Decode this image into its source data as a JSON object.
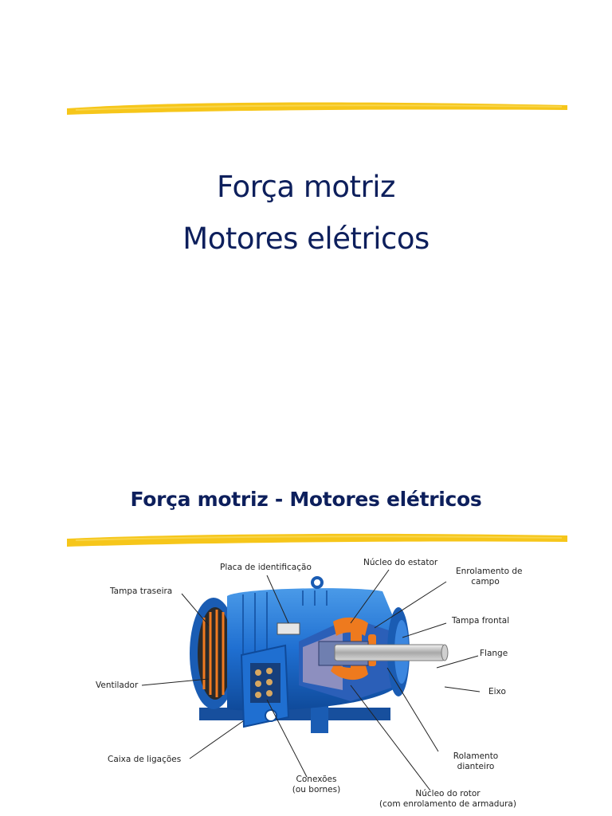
{
  "slide1": {
    "title_line1": "Força motriz",
    "title_line2": "Motores elétricos"
  },
  "slide2": {
    "title": "Força motriz - Motores elétricos",
    "labels": {
      "placa": "Placa de identificação",
      "nucleo_estator": "Núcleo do estator",
      "enrolamento_campo_1": "Enrolamento de",
      "enrolamento_campo_2": "campo",
      "tampa_traseira": "Tampa traseira",
      "tampa_frontal": "Tampa frontal",
      "flange": "Flange",
      "ventilador": "Ventilador",
      "eixo": "Eixo",
      "rolamento_1": "Rolamento",
      "rolamento_2": "dianteiro",
      "caixa": "Caixa de ligações",
      "conexoes_1": "Conexões",
      "conexoes_2": "(ou bornes)",
      "nucleo_rotor_1": "Núcleo do rotor",
      "nucleo_rotor_2": "(com enrolamento de armadura)"
    }
  },
  "colors": {
    "title": "#0d1f5c",
    "highlighter": "#f5c518",
    "motor_blue": "#1f6fd1",
    "copper": "#e8741c"
  }
}
